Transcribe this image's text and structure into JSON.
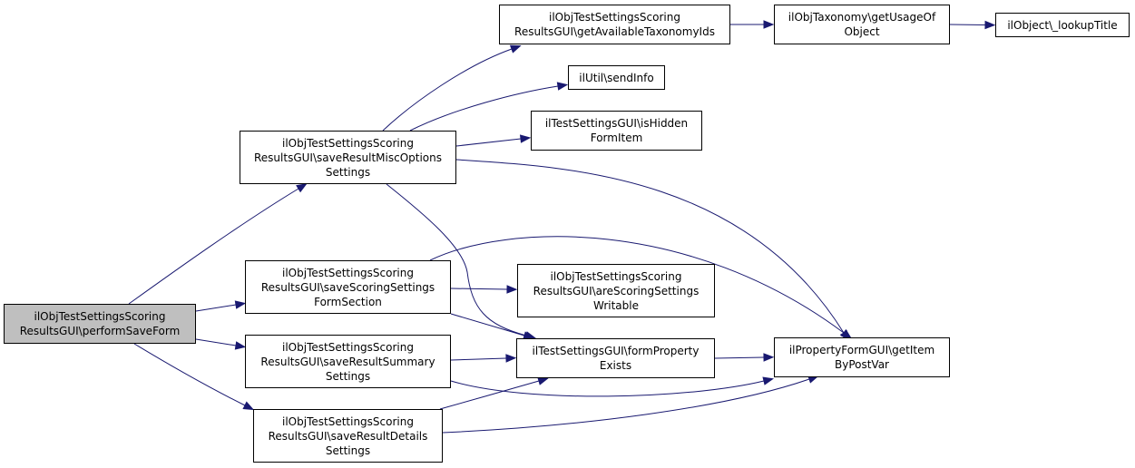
{
  "colors": {
    "edge": "#191970",
    "node_border": "#000000",
    "node_fill": "#ffffff",
    "root_fill": "#bfbfbf"
  },
  "nodes": {
    "perform_save_form": [
      "ilObjTestSettingsScoring",
      "ResultsGUI\\performSaveForm"
    ],
    "save_result_misc_options": [
      "ilObjTestSettingsScoring",
      "ResultsGUI\\saveResultMiscOptions",
      "Settings"
    ],
    "save_scoring_settings": [
      "ilObjTestSettingsScoring",
      "ResultsGUI\\saveScoringSettings",
      "FormSection"
    ],
    "save_result_summary": [
      "ilObjTestSettingsScoring",
      "ResultsGUI\\saveResultSummary",
      "Settings"
    ],
    "save_result_details": [
      "ilObjTestSettingsScoring",
      "ResultsGUI\\saveResultDetails",
      "Settings"
    ],
    "get_available_taxonomy_ids": [
      "ilObjTestSettingsScoring",
      "ResultsGUI\\getAvailableTaxonomyIds"
    ],
    "send_info": [
      "ilUtil\\sendInfo"
    ],
    "is_hidden_form_item": [
      "ilTestSettingsGUI\\isHidden",
      "FormItem"
    ],
    "are_scoring_settings_writable": [
      "ilObjTestSettingsScoring",
      "ResultsGUI\\areScoringSettings",
      "Writable"
    ],
    "form_property_exists": [
      "ilTestSettingsGUI\\formProperty",
      "Exists"
    ],
    "get_usage_of_object": [
      "ilObjTaxonomy\\getUsageOf",
      "Object"
    ],
    "lookup_title": [
      "ilObject\\_lookupTitle"
    ],
    "get_item_by_post_var": [
      "ilPropertyFormGUI\\getItem",
      "ByPostVar"
    ]
  },
  "edges": [
    [
      "perform_save_form",
      "save_result_misc_options"
    ],
    [
      "perform_save_form",
      "save_scoring_settings"
    ],
    [
      "perform_save_form",
      "save_result_summary"
    ],
    [
      "perform_save_form",
      "save_result_details"
    ],
    [
      "save_result_misc_options",
      "get_available_taxonomy_ids"
    ],
    [
      "save_result_misc_options",
      "send_info"
    ],
    [
      "save_result_misc_options",
      "is_hidden_form_item"
    ],
    [
      "save_result_misc_options",
      "get_item_by_post_var"
    ],
    [
      "save_result_misc_options",
      "form_property_exists"
    ],
    [
      "save_scoring_settings",
      "get_item_by_post_var"
    ],
    [
      "save_scoring_settings",
      "are_scoring_settings_writable"
    ],
    [
      "save_scoring_settings",
      "form_property_exists"
    ],
    [
      "save_result_summary",
      "form_property_exists"
    ],
    [
      "save_result_summary",
      "get_item_by_post_var"
    ],
    [
      "save_result_details",
      "form_property_exists"
    ],
    [
      "save_result_details",
      "get_item_by_post_var"
    ],
    [
      "get_available_taxonomy_ids",
      "get_usage_of_object"
    ],
    [
      "get_usage_of_object",
      "lookup_title"
    ],
    [
      "form_property_exists",
      "get_item_by_post_var"
    ]
  ]
}
